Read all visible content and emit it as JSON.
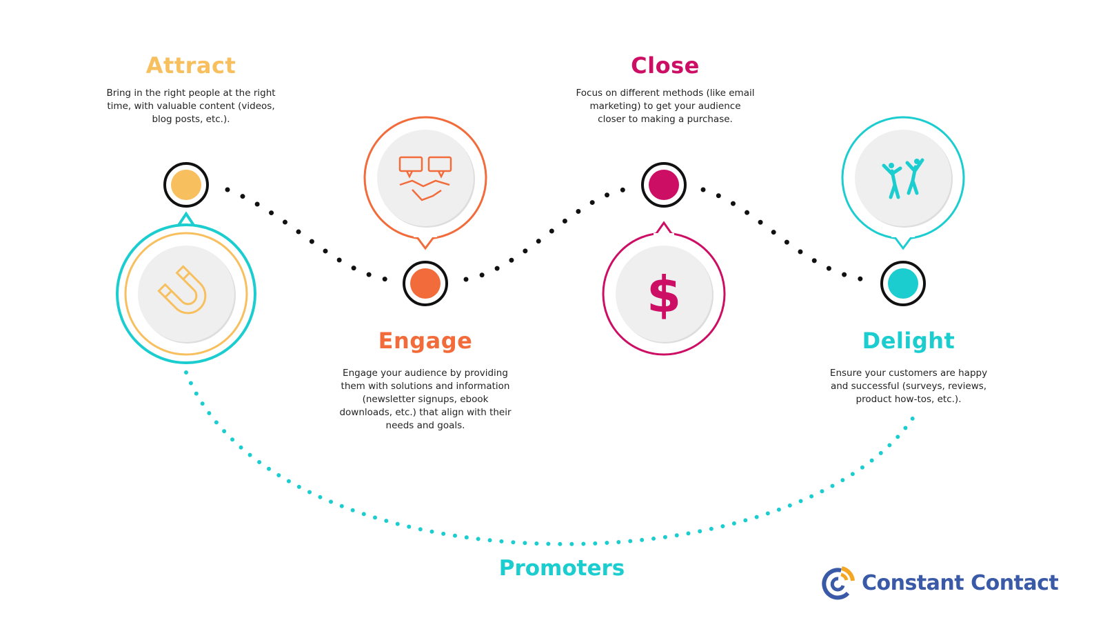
{
  "stages": [
    {
      "title": "Attract",
      "description": "Bring in the right people at the right time, with valuable content (videos, blog posts, etc.).",
      "color": "#f7bf5e",
      "icon": "magnet-icon"
    },
    {
      "title": "Engage",
      "description": "Engage your audience by providing them with solutions and information (newsletter signups, ebook downloads, etc.) that align with their needs and goals.",
      "color": "#f26b3a",
      "icon": "handshake-chat-icon"
    },
    {
      "title": "Close",
      "description": "Focus on different methods (like email marketing) to get your audience closer to making a purchase.",
      "color": "#cc0e64",
      "icon": "dollar-icon"
    },
    {
      "title": "Delight",
      "description": "Ensure your customers are happy and successful (surveys, reviews, product how-tos, etc.).",
      "color": "#1ccdd0",
      "icon": "celebrating-people-icon"
    }
  ],
  "promoters": {
    "label": "Promoters",
    "color": "#1ccdd0"
  },
  "logo": {
    "text": "Constant Contact",
    "color": "#3a5aa8",
    "accent": "#f5a623"
  }
}
